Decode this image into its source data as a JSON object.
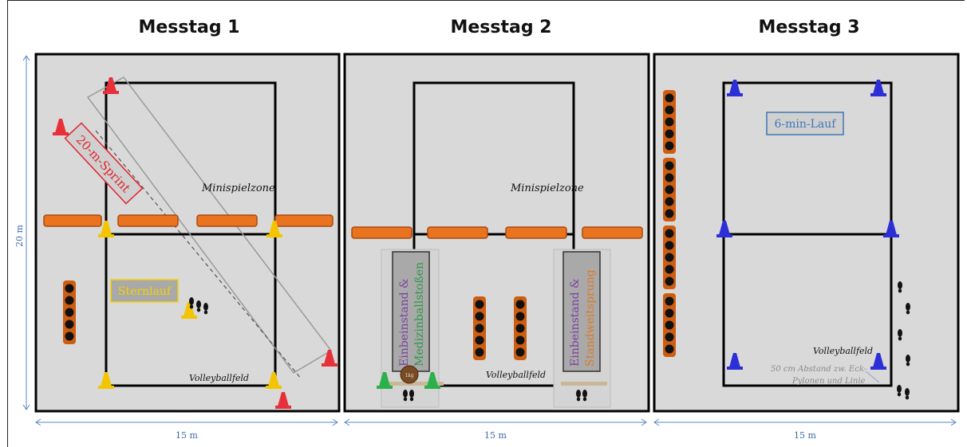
{
  "titles": {
    "day1": "Messtag 1",
    "day2": "Messtag 2",
    "day3": "Messtag 3"
  },
  "dimensions": {
    "height": "20 m",
    "width1": "15 m",
    "width2": "15 m",
    "width3": "15 m"
  },
  "field1": {
    "sprint": "20-m-Sprint",
    "minispiel": "Minispielzone",
    "sternlauf": "Sternlauf",
    "volleyball": "Volleyballfeld"
  },
  "field2": {
    "minispiel": "Minispielzone",
    "station_a_line1": "Einbeinstand &",
    "station_a_line2": "Medizinballstoßen",
    "station_b_line1": "Einbeinstand &",
    "station_b_line2": "Standweitsprung",
    "volleyball": "Volleyballfeld",
    "ball_label": "1kg"
  },
  "field3": {
    "lauf": "6-min-Lauf",
    "volleyball": "Volleyballfeld",
    "note_line1": "50 cm Abstand zw. Eck-",
    "note_line2": "Pylonen und Linie"
  },
  "colors": {
    "floor": "#d9d9d9",
    "lines": "#000000",
    "cone_red": "#e8303a",
    "cone_yellow": "#f2c500",
    "cone_blue": "#2d2fd6",
    "cone_green": "#2bb04a",
    "mat_orange": "#e9731f",
    "dimension_blue": "#5b86c5",
    "sprint_red": "#e0242b",
    "sternlauf_yellow": "#f5d000",
    "lauf_blue": "#3e77b6",
    "text_purple": "#7a3fa0",
    "text_green": "#2a9a45",
    "text_orange": "#e07a20"
  }
}
